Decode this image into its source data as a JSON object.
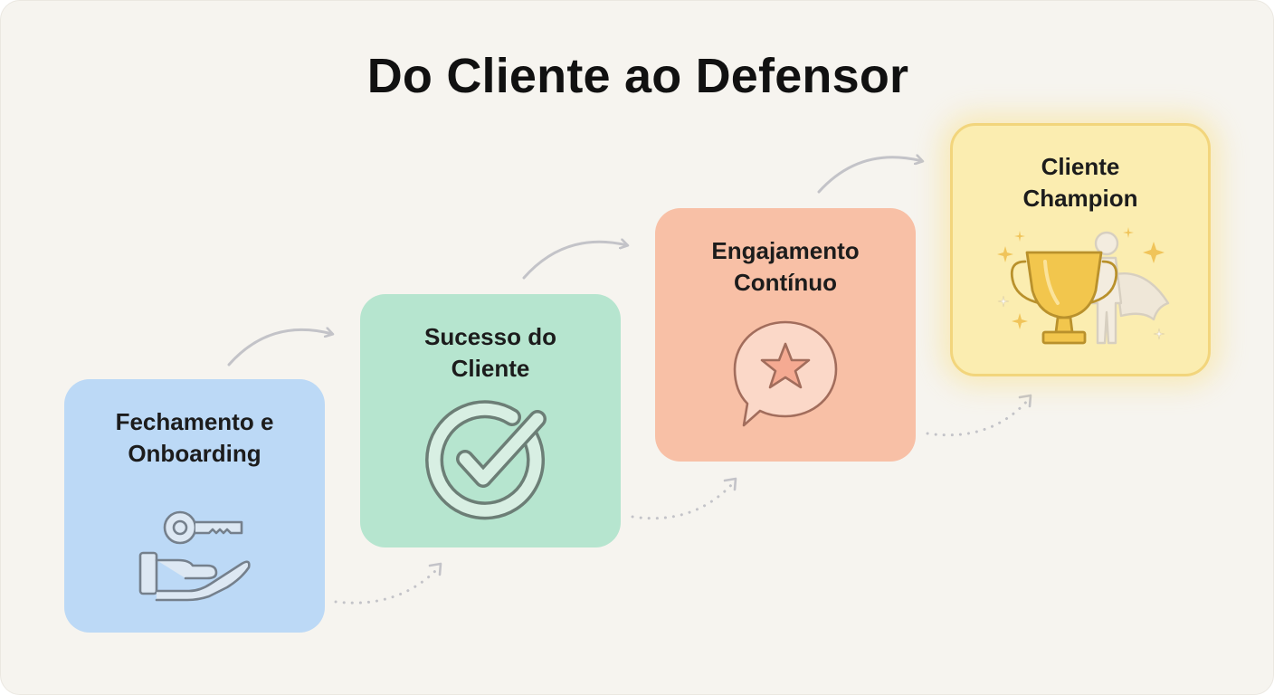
{
  "title": "Do Cliente ao Defensor",
  "stages": [
    {
      "label_line1": "Fechamento e",
      "label_line2": "Onboarding",
      "icon": "key-in-hand-icon",
      "color": "#bcd9f6"
    },
    {
      "label_line1": "Sucesso do",
      "label_line2": "Cliente",
      "icon": "check-circle-icon",
      "color": "#b6e5cf"
    },
    {
      "label_line1": "Engajamento",
      "label_line2": "Contínuo",
      "icon": "star-speech-bubble-icon",
      "color": "#f8c0a6"
    },
    {
      "label_line1": "Cliente",
      "label_line2": "Champion",
      "icon": "trophy-hero-icon",
      "color": "#fbedb0"
    }
  ],
  "colors": {
    "background": "#f6f4ef",
    "arrow": "#c3c3c8",
    "highlight_border": "#f2d57c"
  }
}
